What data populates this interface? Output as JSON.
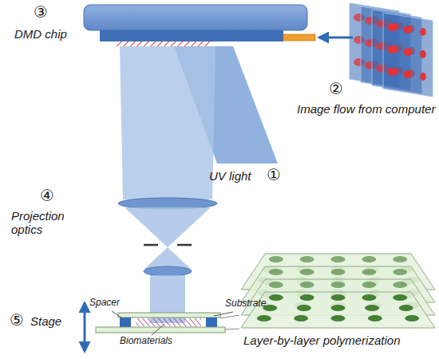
{
  "diagram": {
    "labels": [
      "③",
      "DMD chip",
      "②",
      "Image flow from computer",
      "UV light",
      "①",
      "④",
      "Projection optics",
      "⑤",
      "Stage",
      "Spacer",
      "Substrate",
      "Biomaterials",
      "Layer-by-layer polymerization"
    ]
  }
}
